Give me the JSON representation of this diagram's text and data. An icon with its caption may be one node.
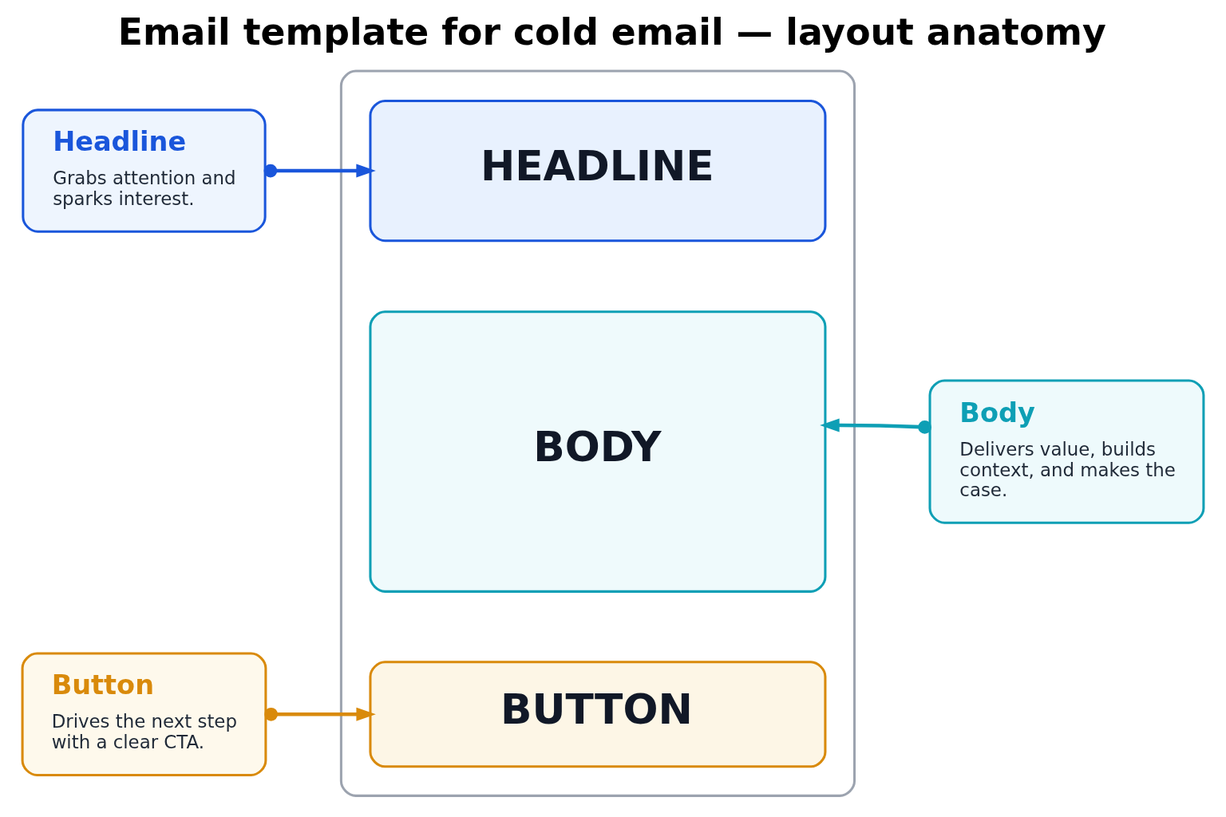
{
  "diagram": {
    "title": "Email template for cold email — layout anatomy",
    "nodes": [
      {
        "text": [],
        "shape": "box"
      },
      {
        "text": [
          "HEADLINE"
        ],
        "in": 0
      },
      {
        "text": [
          "BODY"
        ],
        "in": 0
      },
      {
        "text": [
          "BUTTON"
        ],
        "in": 0
      },
      {
        "text": [
          "Headline",
          "Grabs attention and sparks interest."
        ]
      },
      {
        "text": [
          "Body",
          "Delivers value, builds context, and makes the case."
        ]
      },
      {
        "text": [
          "Button",
          "Drives the next step with a clear CTA."
        ]
      }
    ],
    "edges": [
      {
        "from": 4,
        "to": 1,
        "arrow": "to",
        "color": "#1a56db"
      },
      {
        "from": 5,
        "to": 2,
        "arrow": "to",
        "color": "#0e9fb5"
      },
      {
        "from": 6,
        "to": 3,
        "arrow": "to",
        "color": "#d98a0b"
      }
    ]
  }
}
